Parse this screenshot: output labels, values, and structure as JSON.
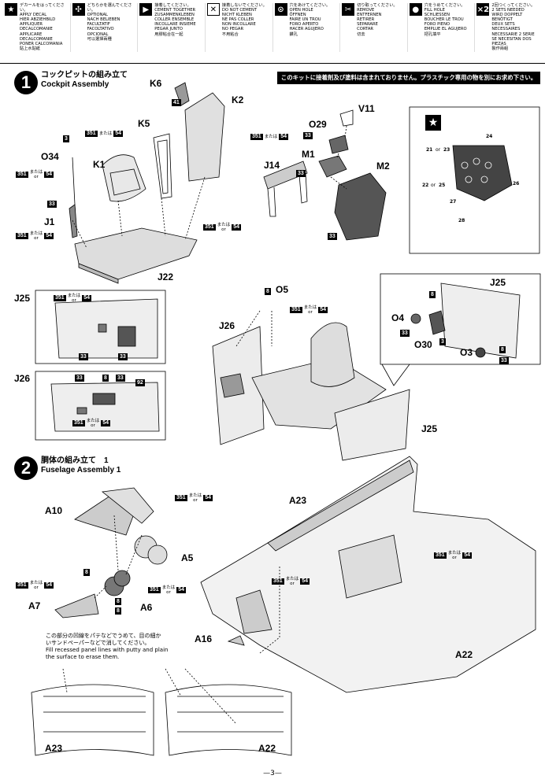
{
  "legend": [
    {
      "icon": "star-icon",
      "symbol": "★",
      "text": "デカールをはってください。\nAPPLY DECAL\nHIER ABZIEHBILD\nAPPLIQUER DECALCOMANIE\nAPPLICARE DECALCOMANIE\nPONER CALCOMANIA\n貼上水貼紙"
    },
    {
      "icon": "optional-icon",
      "symbol": "✣",
      "text": "どちらかを選んでください。\nOPTIONAL\nNACH BELIEBEN\nFACULTATIF\nFACOLTATIVO\nOPCIONAL\n可以選擇兩種"
    },
    {
      "icon": "cement-icon",
      "symbol": "▶",
      "text": "接着してください。\nCEMENT TOGETHER\nZUSAMMENKLEBEN\nCOLLER ENSEMBLE\nINCOLLARE INSIEME\nPEGAR JUNTO\n用膠粘合在一起"
    },
    {
      "icon": "no-cement-icon",
      "symbol": "✕",
      "text": "接着しないでください。\nDO NOT CEMENT\nNICHT KLEBEN\nNE PAS COLLER\nNON INCOLLARE\nNO PEGAR\n不用粘合"
    },
    {
      "icon": "open-hole-icon",
      "symbol": "⊙",
      "text": "穴をあけてください。\nOPEN HOLE\nÖFFNEN\nFAIRE UN TROU\nFORO APERTO\nHACER AGUJERO\n鑽孔"
    },
    {
      "icon": "remove-icon",
      "symbol": "✂",
      "text": "切り取ってください。\nREMOVE\nENTFERNEN\nRETIRER\nSEPARARE\nCORTAR\n切去"
    },
    {
      "icon": "fill-hole-icon",
      "symbol": "●",
      "text": "穴をうめてください。\nFILL HOLE\nSCHLIESSEN\nBOUCHER LE TROU\nFORO PIENO\nEMPLUE EL AGUJERO\n把孔填平"
    },
    {
      "icon": "two-sets-icon",
      "symbol": "×2",
      "text": "2回つくってください。\n2 SETS NEEDED\nWIRD DOPPELT BENÖTIGT\nDEUX SETS NECESSAIRES\nNECESSARIE 2 SERIE\nSE NECESITAN DOS PIEZAS\n製作兩組"
    }
  ],
  "step1": {
    "number": "1",
    "title_jp": "コックピットの組み立て",
    "title_en": "Cockpit Assembly"
  },
  "notice": "このキットに接着剤及び塗料は含まれておりません。プラスチック専用の物を別にお求め下さい。",
  "step2": {
    "number": "2",
    "title_jp": "胴体の組み立て　1",
    "title_en": "Fuselage Assembly 1"
  },
  "parts": {
    "K6": "K6",
    "K2": "K2",
    "K5": "K5",
    "K1": "K1",
    "O34": "O34",
    "J1": "J1",
    "J22": "J22",
    "V11": "V11",
    "O29": "O29",
    "M1": "M1",
    "M2": "M2",
    "J14": "J14",
    "J25": "J25",
    "J26": "J26",
    "O5": "O5",
    "O4": "O4",
    "O30": "O30",
    "O3": "O3",
    "A10": "A10",
    "A5": "A5",
    "A6": "A6",
    "A7": "A7",
    "A23": "A23",
    "A16": "A16",
    "A22": "A22"
  },
  "paints": {
    "p351": "351",
    "p54": "54",
    "p33": "33",
    "p3": "3",
    "p8": "8",
    "p92": "92",
    "p41": "41",
    "or_jp": "または",
    "or_en": "or"
  },
  "decals": {
    "d24": "24",
    "d21": "21",
    "d23": "23",
    "d22": "22",
    "d25": "25",
    "d26": "26",
    "d27": "27",
    "d28": "28",
    "or": "or"
  },
  "putty_note": "この部分の凹線をパテなどでうめて、目の細か\nいサンドペーパーなどで消してください。\nFill recessed panel lines with putty  and plain\nthe surface to erase them.",
  "page_number": "—3—"
}
